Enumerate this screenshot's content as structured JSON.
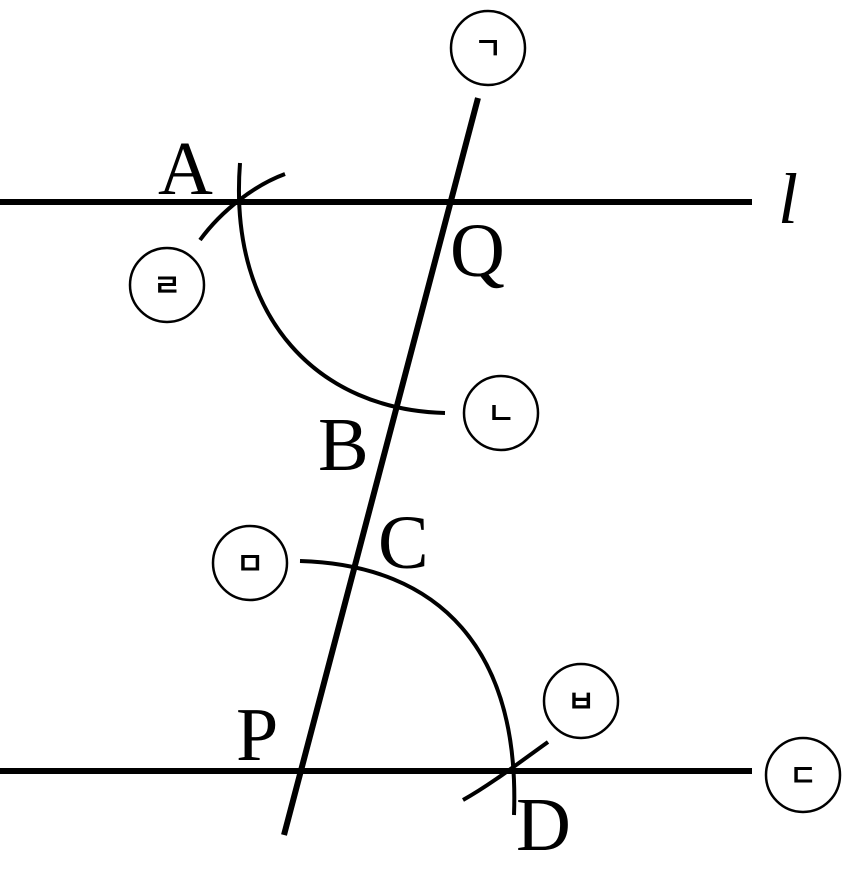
{
  "diagram": {
    "line_label": "l",
    "points": {
      "A": "A",
      "Q": "Q",
      "B": "B",
      "C": "C",
      "P": "P",
      "D": "D"
    },
    "step_markers": [
      "ㄱ",
      "ㄴ",
      "ㄷ",
      "ㄹ",
      "ㅁ",
      "ㅂ"
    ]
  }
}
